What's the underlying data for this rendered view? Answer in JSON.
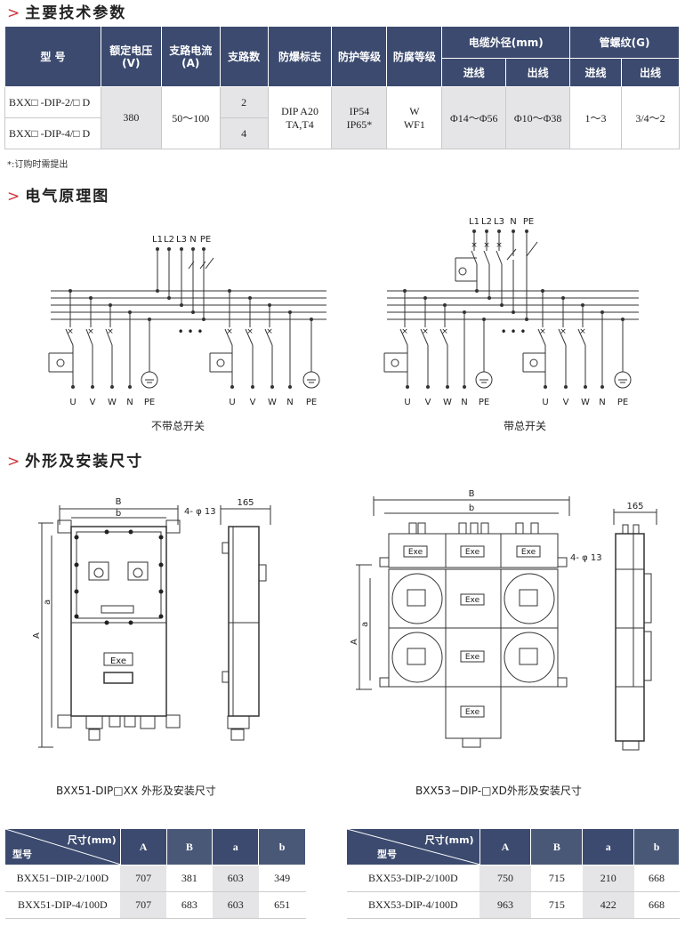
{
  "sections": {
    "specs": "主要技术参数",
    "schematic": "电气原理图",
    "dimensions": "外形及安装尺寸"
  },
  "spec_table": {
    "headers": {
      "model": "型 号",
      "voltage": "额定电压",
      "voltage_unit": "(V)",
      "current": "支路电流",
      "current_unit": "(A)",
      "branches": "支路数",
      "explosion_mark": "防爆标志",
      "protection": "防护等级",
      "anticorrosion": "防腐等级",
      "cable_od": "电缆外径(mm)",
      "thread": "管螺纹(G)",
      "inlet": "进线",
      "outlet": "出线"
    },
    "rows": [
      {
        "model": "BXX□ -DIP-2/□ D",
        "branches": "2"
      },
      {
        "model": "BXX□ -DIP-4/□ D",
        "branches": "4"
      }
    ],
    "shared": {
      "voltage": "380",
      "current": "50～100",
      "explosion_mark_1": "DIP A20",
      "explosion_mark_2": "TA,T4",
      "protection_1": "IP54",
      "protection_2": "IP65*",
      "anticorrosion_1": "W",
      "anticorrosion_2": "WF1",
      "cable_in": "Φ14～Φ56",
      "cable_out": "Φ10～Φ38",
      "thread_in": "1～3",
      "thread_out": "3/4～2"
    }
  },
  "note": "*:订购时需提出",
  "schematic": {
    "bus_labels": [
      "L1",
      "L2",
      "L3",
      "N",
      "PE"
    ],
    "terminal_labels": [
      "U",
      "V",
      "W",
      "N",
      "PE"
    ],
    "ellipsis": "• • •",
    "left_caption": "不带总开关",
    "right_caption": "带总开关"
  },
  "drawings": {
    "left_caption": "BXX51-DIP□XX 外形及安装尺寸",
    "right_caption": "BXX53−DIP-□XD外形及安装尺寸",
    "labels": {
      "B": "B",
      "b": "b",
      "A": "A",
      "a": "a",
      "holes": "4- φ 13",
      "depth": "165",
      "exe": "Exe"
    }
  },
  "dim_tables": [
    {
      "corner_top": "尺寸(mm)",
      "corner_bottom": "型号",
      "columns": [
        "A",
        "B",
        "a",
        "b"
      ],
      "rows": [
        {
          "model": "BXX51−DIP-2/100D",
          "values": [
            "707",
            "381",
            "603",
            "349"
          ]
        },
        {
          "model": "BXX51-DIP-4/100D",
          "values": [
            "707",
            "683",
            "603",
            "651"
          ]
        }
      ]
    },
    {
      "corner_top": "尺寸(mm)",
      "corner_bottom": "型号",
      "columns": [
        "A",
        "B",
        "a",
        "b"
      ],
      "rows": [
        {
          "model": "BXX53-DIP-2/100D",
          "values": [
            "750",
            "715",
            "210",
            "668"
          ]
        },
        {
          "model": "BXX53-DIP-4/100D",
          "values": [
            "963",
            "715",
            "422",
            "668"
          ]
        }
      ]
    }
  ]
}
